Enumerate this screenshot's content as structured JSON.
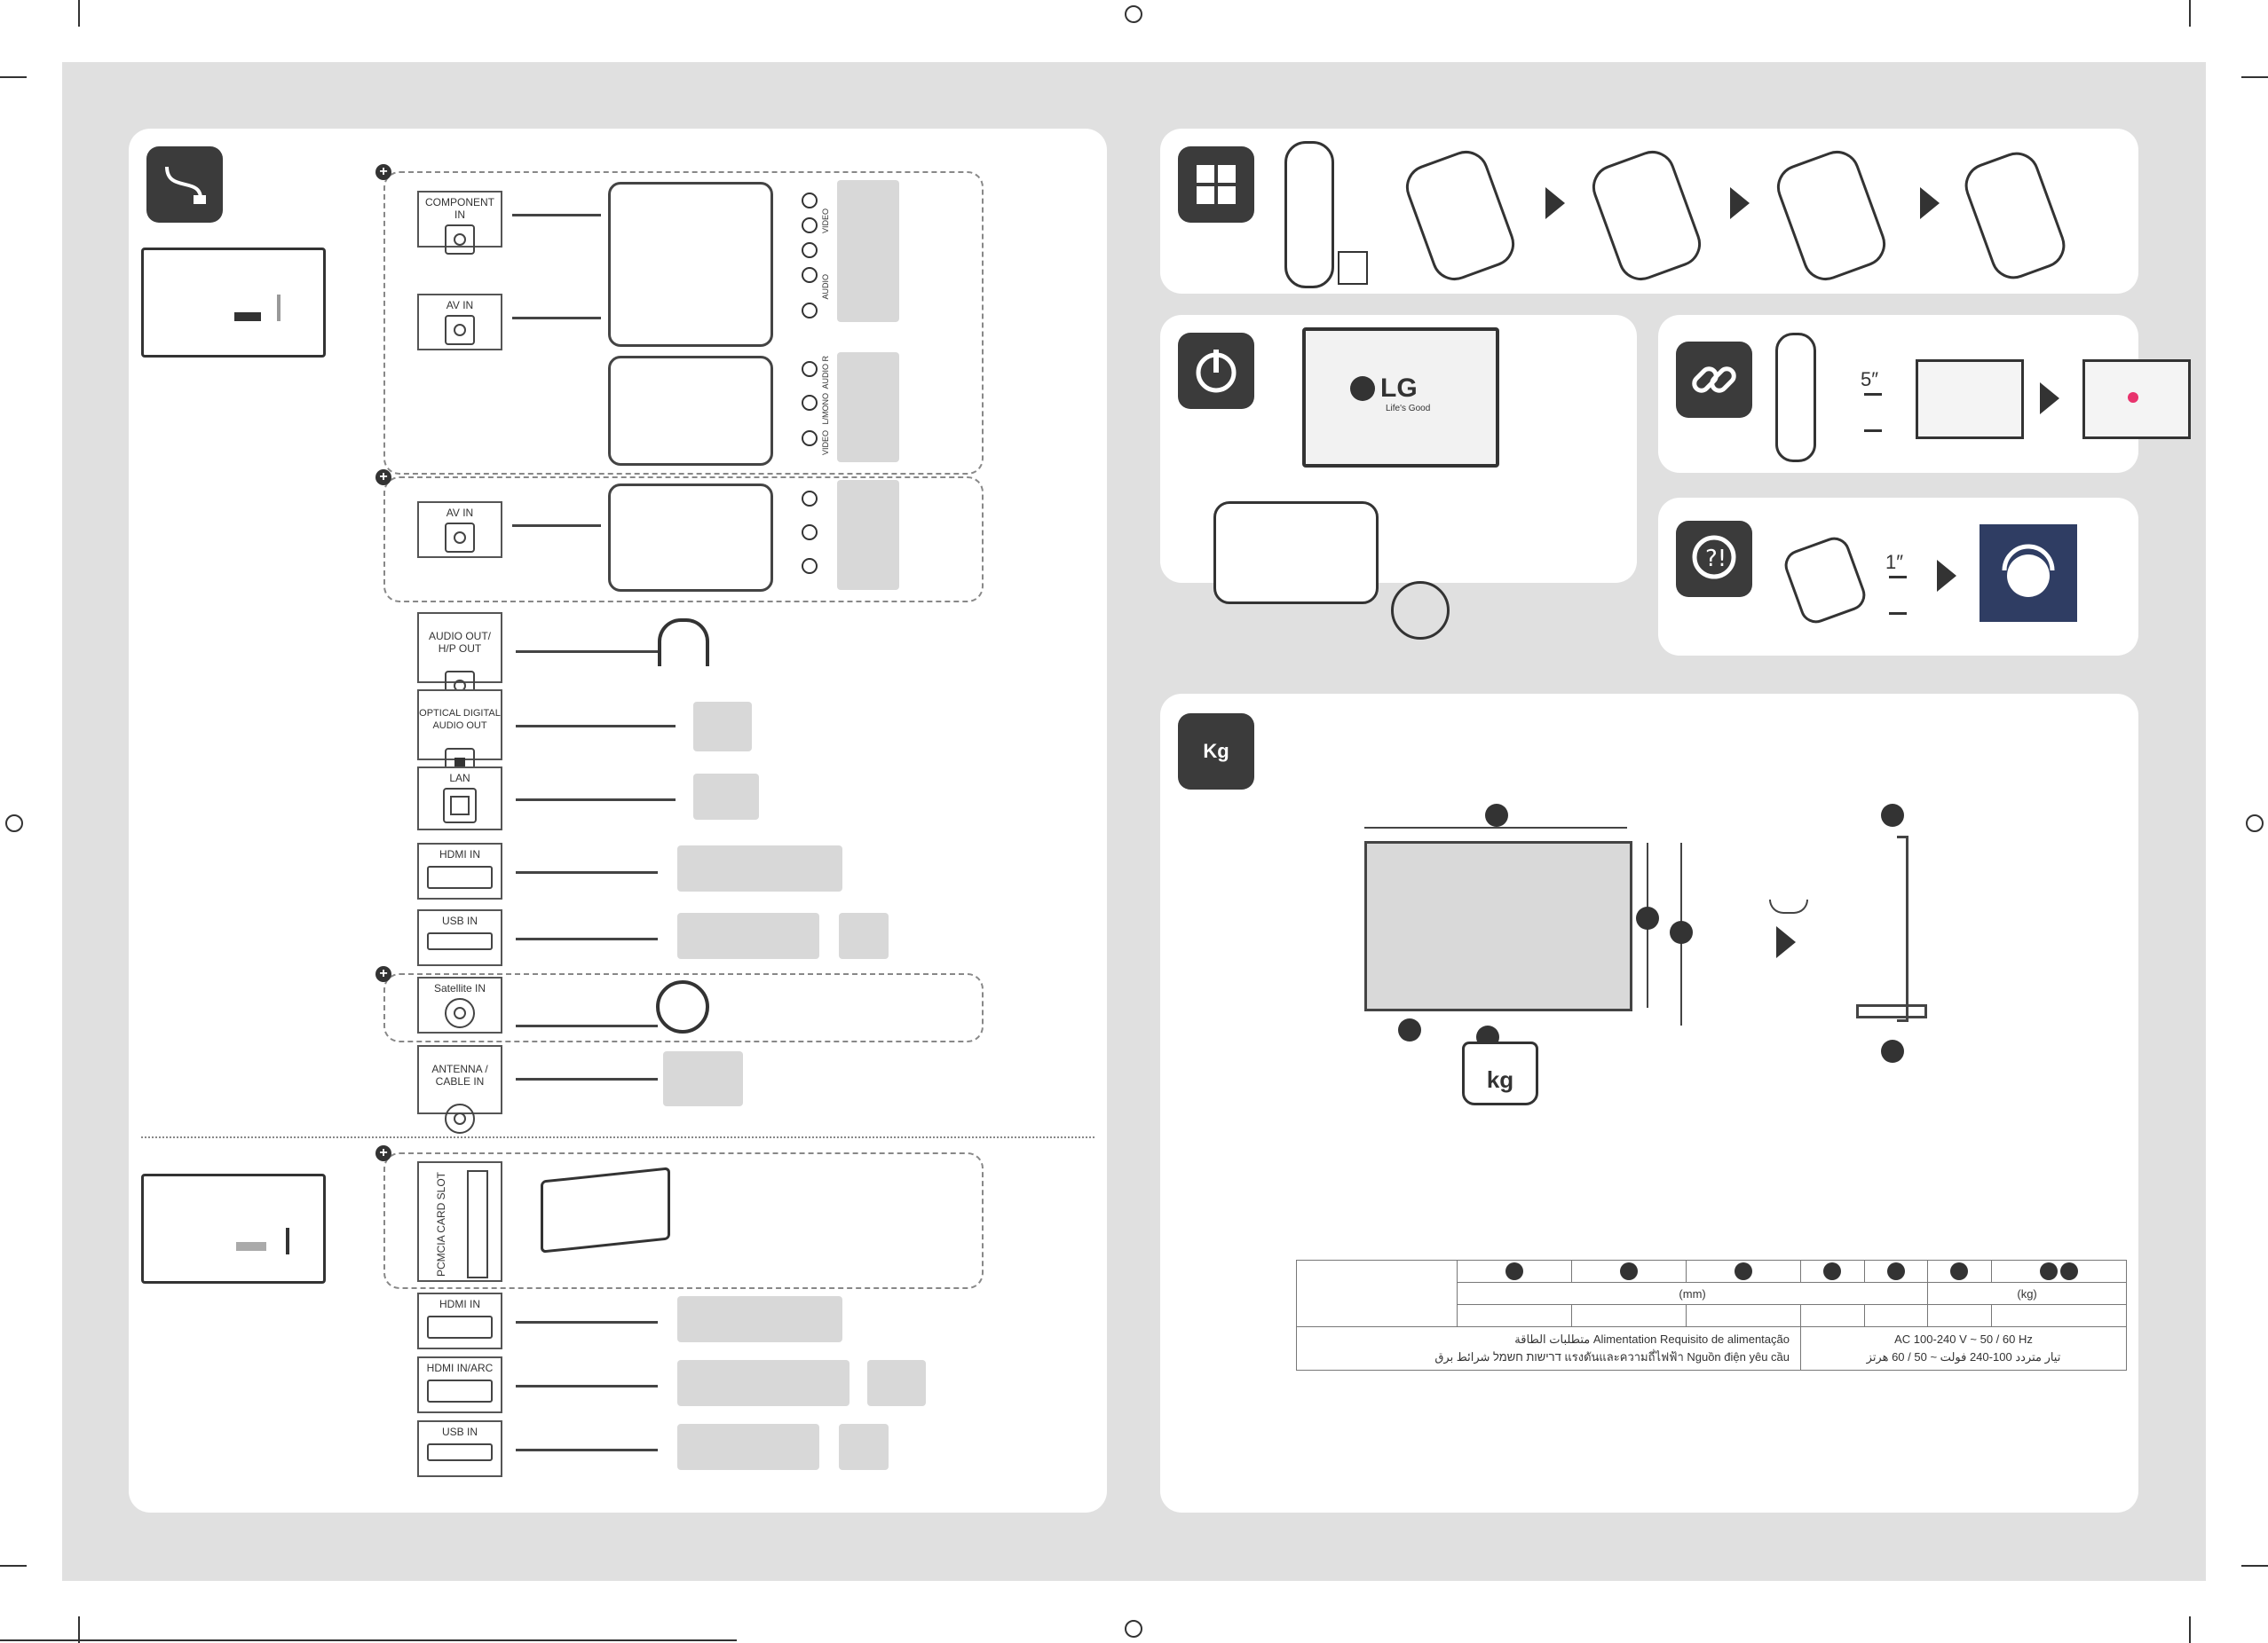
{
  "ports": {
    "component_in": "COMPONENT IN",
    "av_in": "AV IN",
    "av_in_2": "AV IN",
    "audio_out": "AUDIO OUT/\nH/P OUT",
    "optical": "OPTICAL DIGITAL\nAUDIO OUT",
    "lan": "LAN",
    "hdmi_in": "HDMI IN",
    "usb_in": "USB IN",
    "satellite_in": "Satellite IN",
    "antenna": "ANTENNA /\nCABLE IN",
    "pcmcia": "PCMCIA CARD SLOT",
    "hdmi_in_2": "HDMI IN",
    "hdmi_arc": "HDMI IN/ARC",
    "usb_in_2": "USB IN"
  },
  "jack_labels": {
    "video": "VIDEO",
    "audio": "AUDIO",
    "audio_r": "AUDIO R",
    "lmono": "L/MONO",
    "video2": "VIDEO"
  },
  "remote_setup": {
    "timer_5": "5″",
    "timer_1": "1″"
  },
  "brand": {
    "logo": "LG",
    "tagline": "Life's Good"
  },
  "weight_icon": {
    "kg_bag": "Kg",
    "kg_scale": "kg"
  },
  "spec_table": {
    "unit_mm": "(mm)",
    "unit_kg": "(kg)",
    "power_labels_row1": "متطلبات الطاقة   Alimentation   Requisito de alimentação",
    "power_labels_row2": "דרישות חשמל   شرائط برق   แรงดันและความถี่ไฟฟ้า   Nguồn điện yêu cầu",
    "power_value_row1": "AC 100-240 V ~ 50 / 60 Hz",
    "power_value_row2": "تيار متردد 100-240 فولت ~ 50 / 60 هرتز"
  },
  "colors": {
    "sheet_bg": "#e0e0e0",
    "panel_bg": "#ffffff",
    "badge_bg": "#3b3b3b",
    "support_bg": "#2f3d63",
    "accent_dot": "#e8336d"
  }
}
